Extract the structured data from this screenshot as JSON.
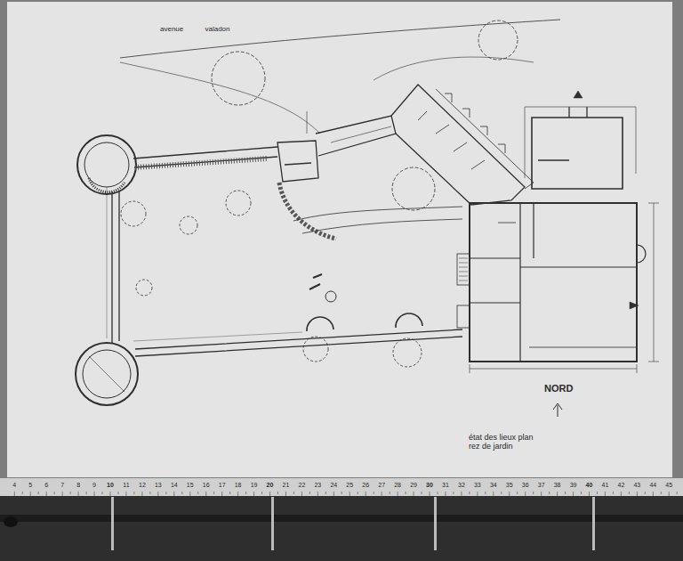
{
  "diagram": {
    "caption": "état des lieux plan rez de jardin",
    "labels": [
      "avenue valadon",
      "NORD",
      "4",
      "5",
      "6",
      "7",
      "8",
      "9",
      "10",
      "11",
      "12",
      "13",
      "14",
      "15",
      "16",
      "17",
      "18",
      "19",
      "20",
      "21",
      "22",
      "23",
      "24",
      "25",
      "26",
      "27",
      "28",
      "29",
      "30",
      "31",
      "32",
      "33",
      "34",
      "35",
      "36",
      "37",
      "38",
      "39",
      "40",
      "41",
      "42",
      "43",
      "44",
      "45"
    ]
  }
}
